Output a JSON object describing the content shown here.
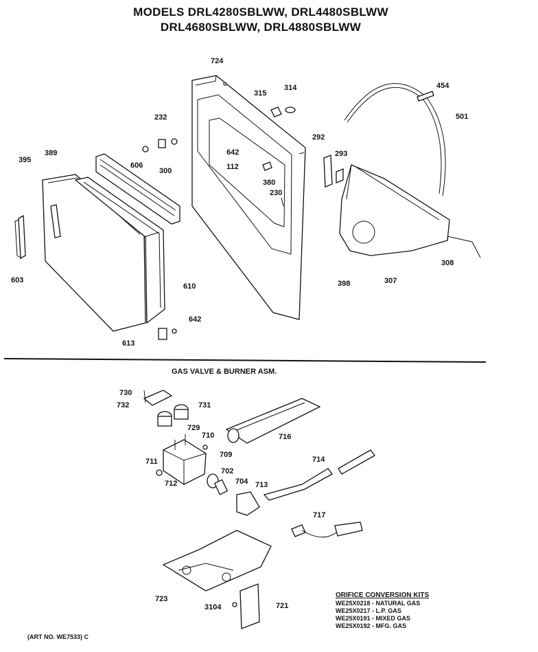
{
  "title_line1": "MODELS DRL4280SBLWW, DRL4480SBLWW",
  "title_line2": "DRL4680SBLWW, DRL4880SBLWW",
  "section_gas": "GAS VALVE & BURNER ASM.",
  "orifice_kits": {
    "header": "ORIFICE CONVERSION KITS",
    "items": [
      "WE25X0218 - NATURAL GAS",
      "WE25X0217 - L.P. GAS",
      "WE25X0191 - MIXED GAS",
      "WE25X0192 - MFG. GAS"
    ]
  },
  "art_no": "(ART NO. WE7533) C",
  "part_labels": {
    "p724": "724",
    "p315": "315",
    "p314": "314",
    "p454": "454",
    "p501": "501",
    "p232": "232",
    "p292": "292",
    "p293": "293",
    "p642a": "642",
    "p112": "112",
    "p395": "395",
    "p389": "389",
    "p606": "606",
    "p300": "300",
    "p380": "380",
    "p230": "230",
    "p603": "603",
    "p610": "610",
    "p642b": "642",
    "p613": "613",
    "p398": "398",
    "p307": "307",
    "p308": "308",
    "p730": "730",
    "p732": "732",
    "p731": "731",
    "p729": "729",
    "p710": "710",
    "p716": "716",
    "p709": "709",
    "p711": "711",
    "p702": "702",
    "p704": "704",
    "p712": "712",
    "p713": "713",
    "p714": "714",
    "p717": "717",
    "p723": "723",
    "p3104": "3104",
    "p721": "721"
  }
}
